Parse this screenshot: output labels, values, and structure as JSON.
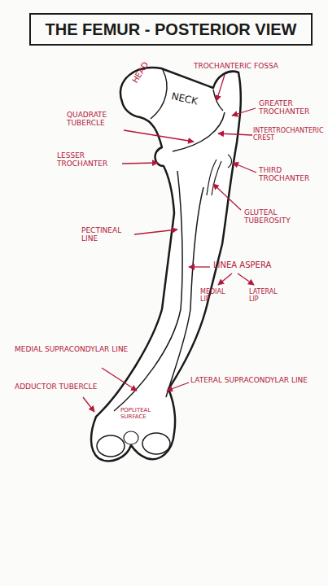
{
  "diagram": {
    "title": "THE FEMUR - POSTERIOR VIEW",
    "labels": [
      "HEAD",
      "TROCHANTERIC FOSSA",
      "NECK",
      "GREATER TROCHANTER",
      "QUADRATE TUBERCLE",
      "INTERTROCHANTERIC CREST",
      "LESSER TROCHANTER",
      "THIRD TROCHANTER",
      "GLUTEAL TUBEROSITY",
      "PECTINEAL LINE",
      "LINEA ASPERA",
      "MEDIAL LIP",
      "LATERAL LIP",
      "MEDIAL SUPRACONDYLAR LINE",
      "ADDUCTOR TUBERCLE",
      "POPLITEAL SURFACE",
      "LATERAL SUPRACONDYLAR LINE"
    ]
  }
}
